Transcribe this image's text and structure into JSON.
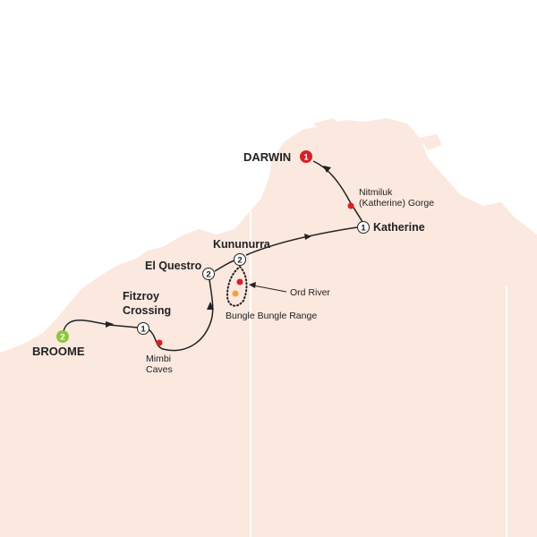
{
  "colors": {
    "land": "#fbe8df",
    "sea": "#ffffff",
    "route": "#222222",
    "sight": "#d91f26",
    "highlight": "#f3a23a",
    "start": "#8cc63f",
    "end": "#d91f26"
  },
  "places": {
    "broome": {
      "name": "BROOME",
      "nights": "2"
    },
    "darwin": {
      "name": "DARWIN",
      "nights": "1"
    },
    "fitzroy": {
      "name_line1": "Fitzroy",
      "name_line2": "Crossing",
      "nights": "1"
    },
    "el_questro": {
      "name": "El Questro",
      "nights": "2"
    },
    "kununurra": {
      "name": "Kununurra",
      "nights": "2"
    },
    "katherine": {
      "name": "Katherine",
      "nights": "1"
    }
  },
  "sights": {
    "mimbi": {
      "line1": "Mimbi",
      "line2": "Caves"
    },
    "nitmiluk": {
      "line1": "Nitmiluk",
      "line2": "(Katherine) Gorge"
    },
    "ord_river": {
      "name": "Ord River"
    },
    "bungle": {
      "name": "Bungle Bungle Range"
    }
  }
}
